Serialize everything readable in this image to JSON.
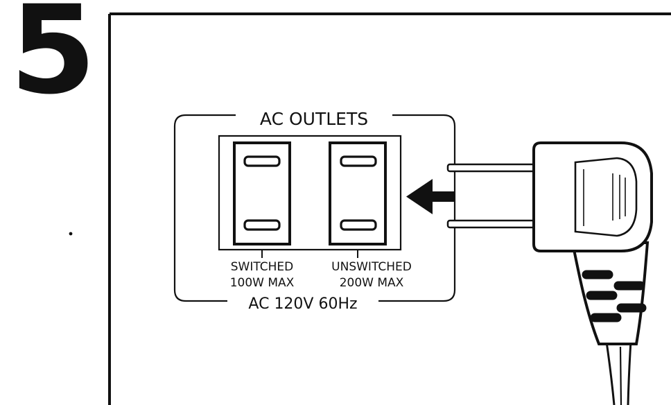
{
  "step": {
    "number": "5"
  },
  "panel": {
    "title": "AC OUTLETS",
    "footer": "AC 120V  60Hz",
    "outlets": [
      {
        "label_line1": "SWITCHED",
        "label_line2": "100W MAX"
      },
      {
        "label_line1": "UNSWITCHED",
        "label_line2": "200W MAX"
      }
    ]
  },
  "icons": {
    "arrow": "arrow-left-icon",
    "plug": "power-plug-icon"
  },
  "colors": {
    "ink": "#111111",
    "paper": "#ffffff"
  }
}
